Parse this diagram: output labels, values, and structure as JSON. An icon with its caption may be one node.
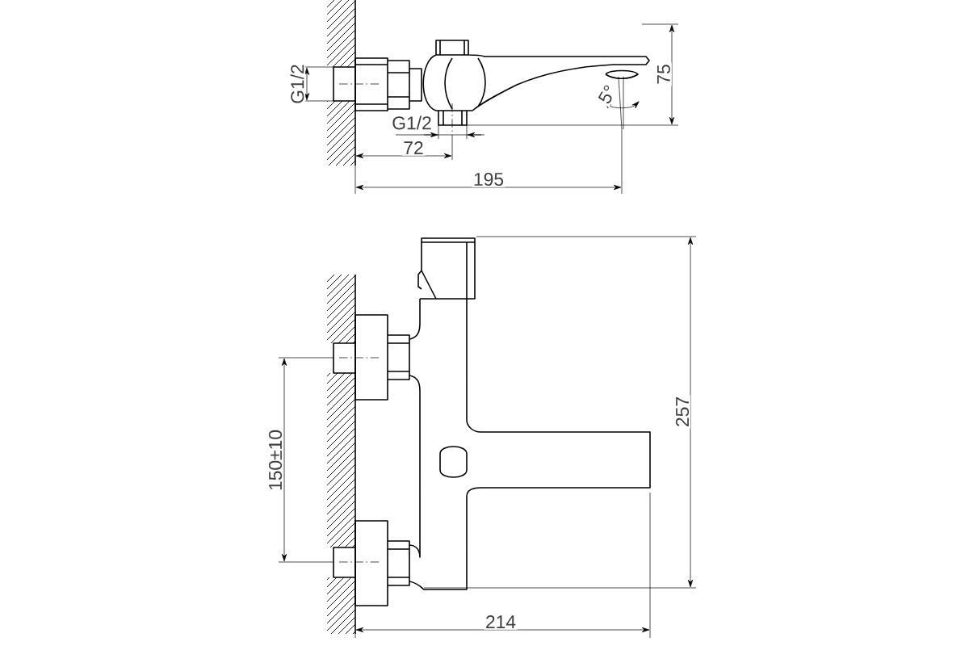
{
  "diagram": {
    "labels": [
      "G1/2",
      "75",
      "5°",
      "G1/2",
      "72",
      "195",
      "257",
      "150±10",
      "214"
    ]
  }
}
